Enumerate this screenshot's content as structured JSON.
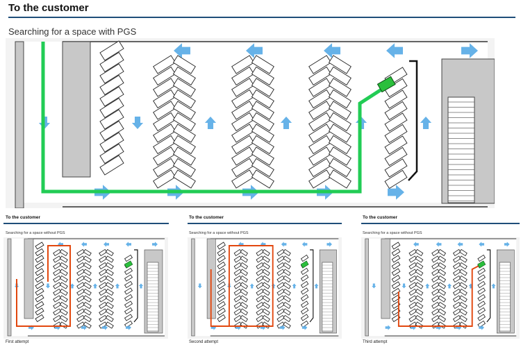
{
  "main": {
    "title": "To the customer",
    "subtitle": "Searching for a space with PGS"
  },
  "attempts": [
    {
      "title": "To the customer",
      "subtitle": "Searching for a space without PGS",
      "caption": "First attempt"
    },
    {
      "title": "To the customer",
      "subtitle": "Searching for a space without PGS",
      "caption": "Second attempt"
    },
    {
      "title": "To the customer",
      "subtitle": "Searching for a space without PGS",
      "caption": "Third attempt"
    }
  ],
  "colors": {
    "pgs_route": "#22cc55",
    "search_route": "#e2470e",
    "arrow": "#66b2e8",
    "building": "#c8c8c8",
    "rule": "#1f4e79",
    "free_space": "#2bbf3c"
  }
}
